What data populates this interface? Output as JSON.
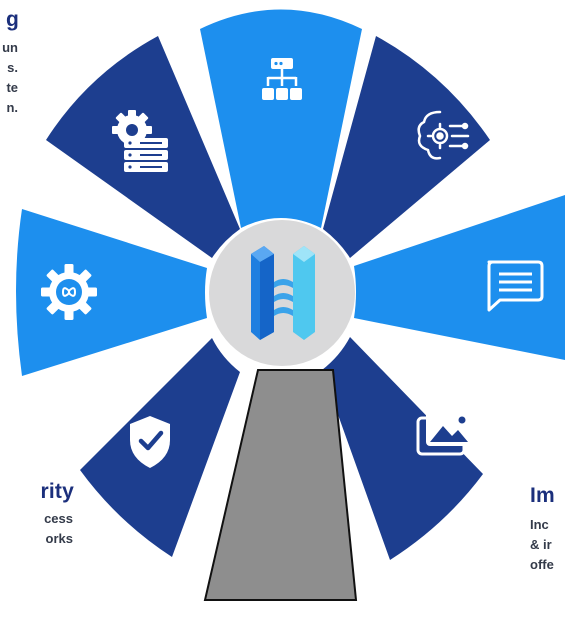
{
  "colors": {
    "dark_navy": "#1d3e8f",
    "bright_blue": "#1d8fee",
    "hub": "#d9d9da",
    "pointer": "#8e8e8e",
    "white": "#ffffff",
    "logo_left": "#1f7fe0",
    "logo_right": "#5ed2f0"
  },
  "icons": {
    "top": "server-network-icon",
    "top_right": "ai-brain-circuit-icon",
    "right": "chat-message-icon",
    "bottom_right": "image-gallery-icon",
    "bottom_left": "shield-check-icon",
    "left": "infinity-gear-icon",
    "top_left": "gear-server-icon",
    "center": "bridge-logo-icon"
  },
  "labels": {
    "top_left": {
      "title": "g",
      "lines": [
        "un",
        "s.",
        "te",
        "n."
      ]
    },
    "bottom_left": {
      "title": "rity",
      "lines": [
        "cess",
        "orks"
      ]
    },
    "bottom_right": {
      "title": "Im",
      "lines": [
        "Inc",
        "& ir",
        "offe"
      ]
    }
  }
}
